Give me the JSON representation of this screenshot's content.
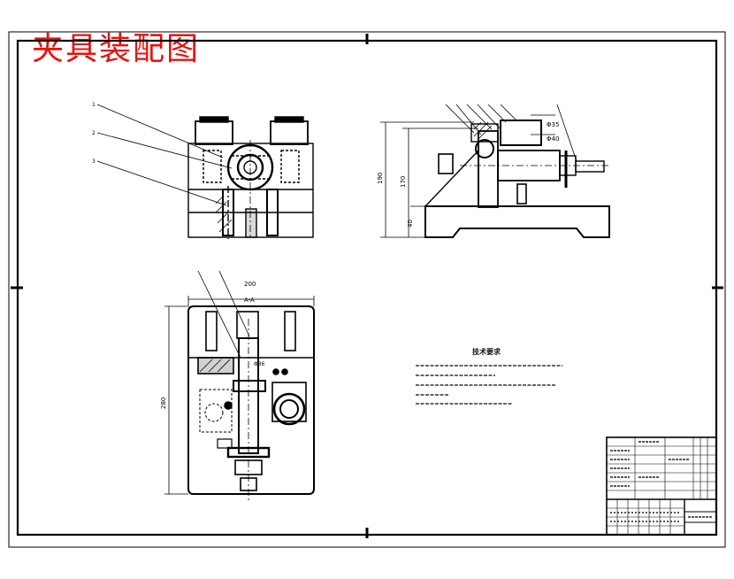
{
  "drawing": {
    "title": "夹具装配图",
    "title_color": "#e8120c",
    "line_color": "#000000",
    "dimensions": {
      "top_view_width": "200",
      "top_view_height": "280",
      "side_height_1": "190",
      "side_height_2": "170",
      "side_base": "40",
      "dia_1": "Φ35",
      "dia_2": "Φ40",
      "section_mark": "A-A",
      "fit_mark": "Φ36"
    },
    "technical_requirements": {
      "heading": "技术要求"
    }
  }
}
